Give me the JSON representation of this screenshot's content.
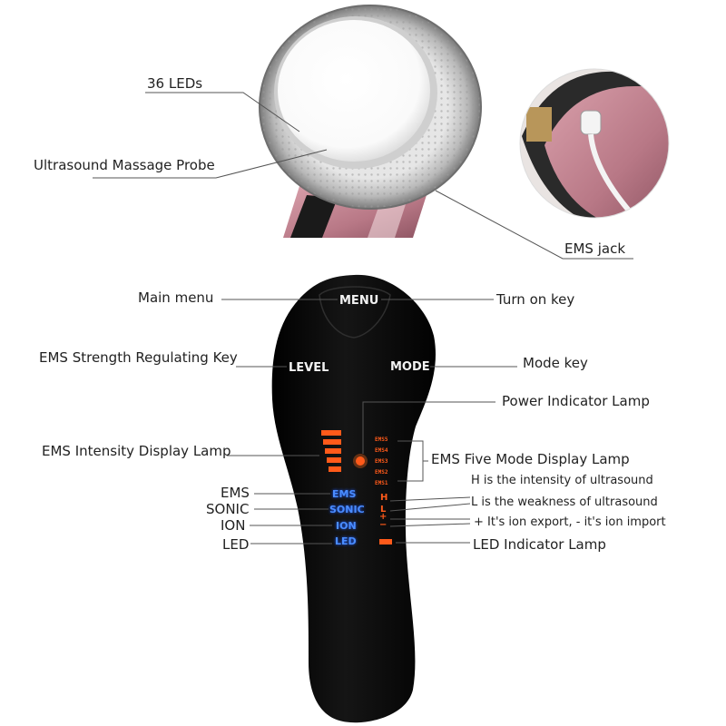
{
  "labels": {
    "leds": "36 LEDs",
    "probe": "Ultrasound Massage Probe",
    "ems_jack": "EMS jack",
    "main_menu": "Main menu",
    "turn_on_key": "Turn on key",
    "ems_strength_key": "EMS Strength Regulating Key",
    "mode_key": "Mode key",
    "power_lamp": "Power Indicator Lamp",
    "ems_intensity_lamp": "EMS Intensity Display Lamp",
    "ems_five_mode_lamp": "EMS Five Mode Display Lamp",
    "h_desc": "H is the intensity of ultrasound",
    "l_desc": "L is the weakness of ultrasound",
    "ion_desc": "+ It's ion export, - it's ion import",
    "led_lamp": "LED Indicator Lamp",
    "ems": "EMS",
    "sonic": "SONIC",
    "ion": "ION",
    "led": "LED"
  },
  "device": {
    "menu_btn": "MENU",
    "level_btn": "LEVEL",
    "mode_btn": "MODE",
    "mode_tags": [
      "EMS",
      "SONIC",
      "ION",
      "LED"
    ],
    "ems_modes": [
      "EMS5",
      "EMS4",
      "EMS3",
      "EMS2",
      "EMS1"
    ],
    "ultrasound_levels": [
      "H",
      "L"
    ],
    "ion_signs": [
      "+",
      "−"
    ]
  },
  "colors": {
    "device_body": "#0b0b0b",
    "indicator_orange": "#ff5a1a",
    "indicator_blue": "#4a8dff",
    "probe_rim": "#c8c8c8",
    "handle_pink": "#b87886"
  }
}
